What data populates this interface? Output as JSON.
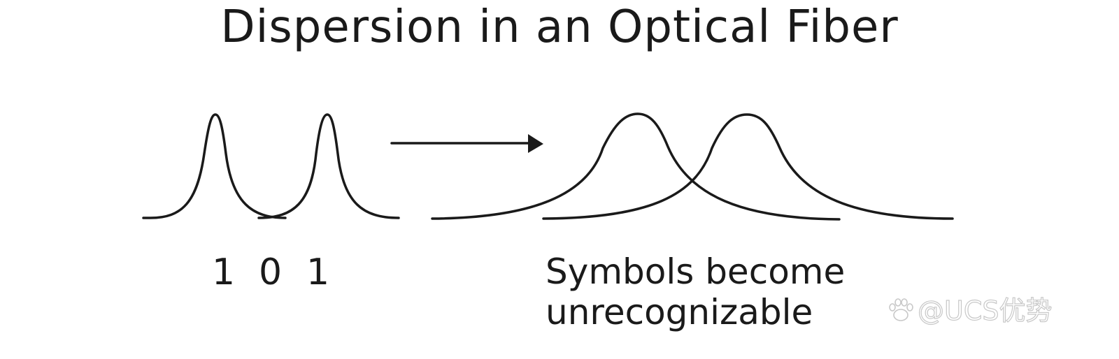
{
  "title": "Dispersion in an Optical Fiber",
  "bits": [
    "1",
    "0",
    "1"
  ],
  "caption": {
    "line1": "Symbols become",
    "line2": "unrecognizable"
  },
  "watermark": {
    "text": "@UCS优势"
  },
  "colors": {
    "stroke": "#1a1a1a",
    "background": "#ffffff",
    "watermark": "#c8c8c8"
  }
}
